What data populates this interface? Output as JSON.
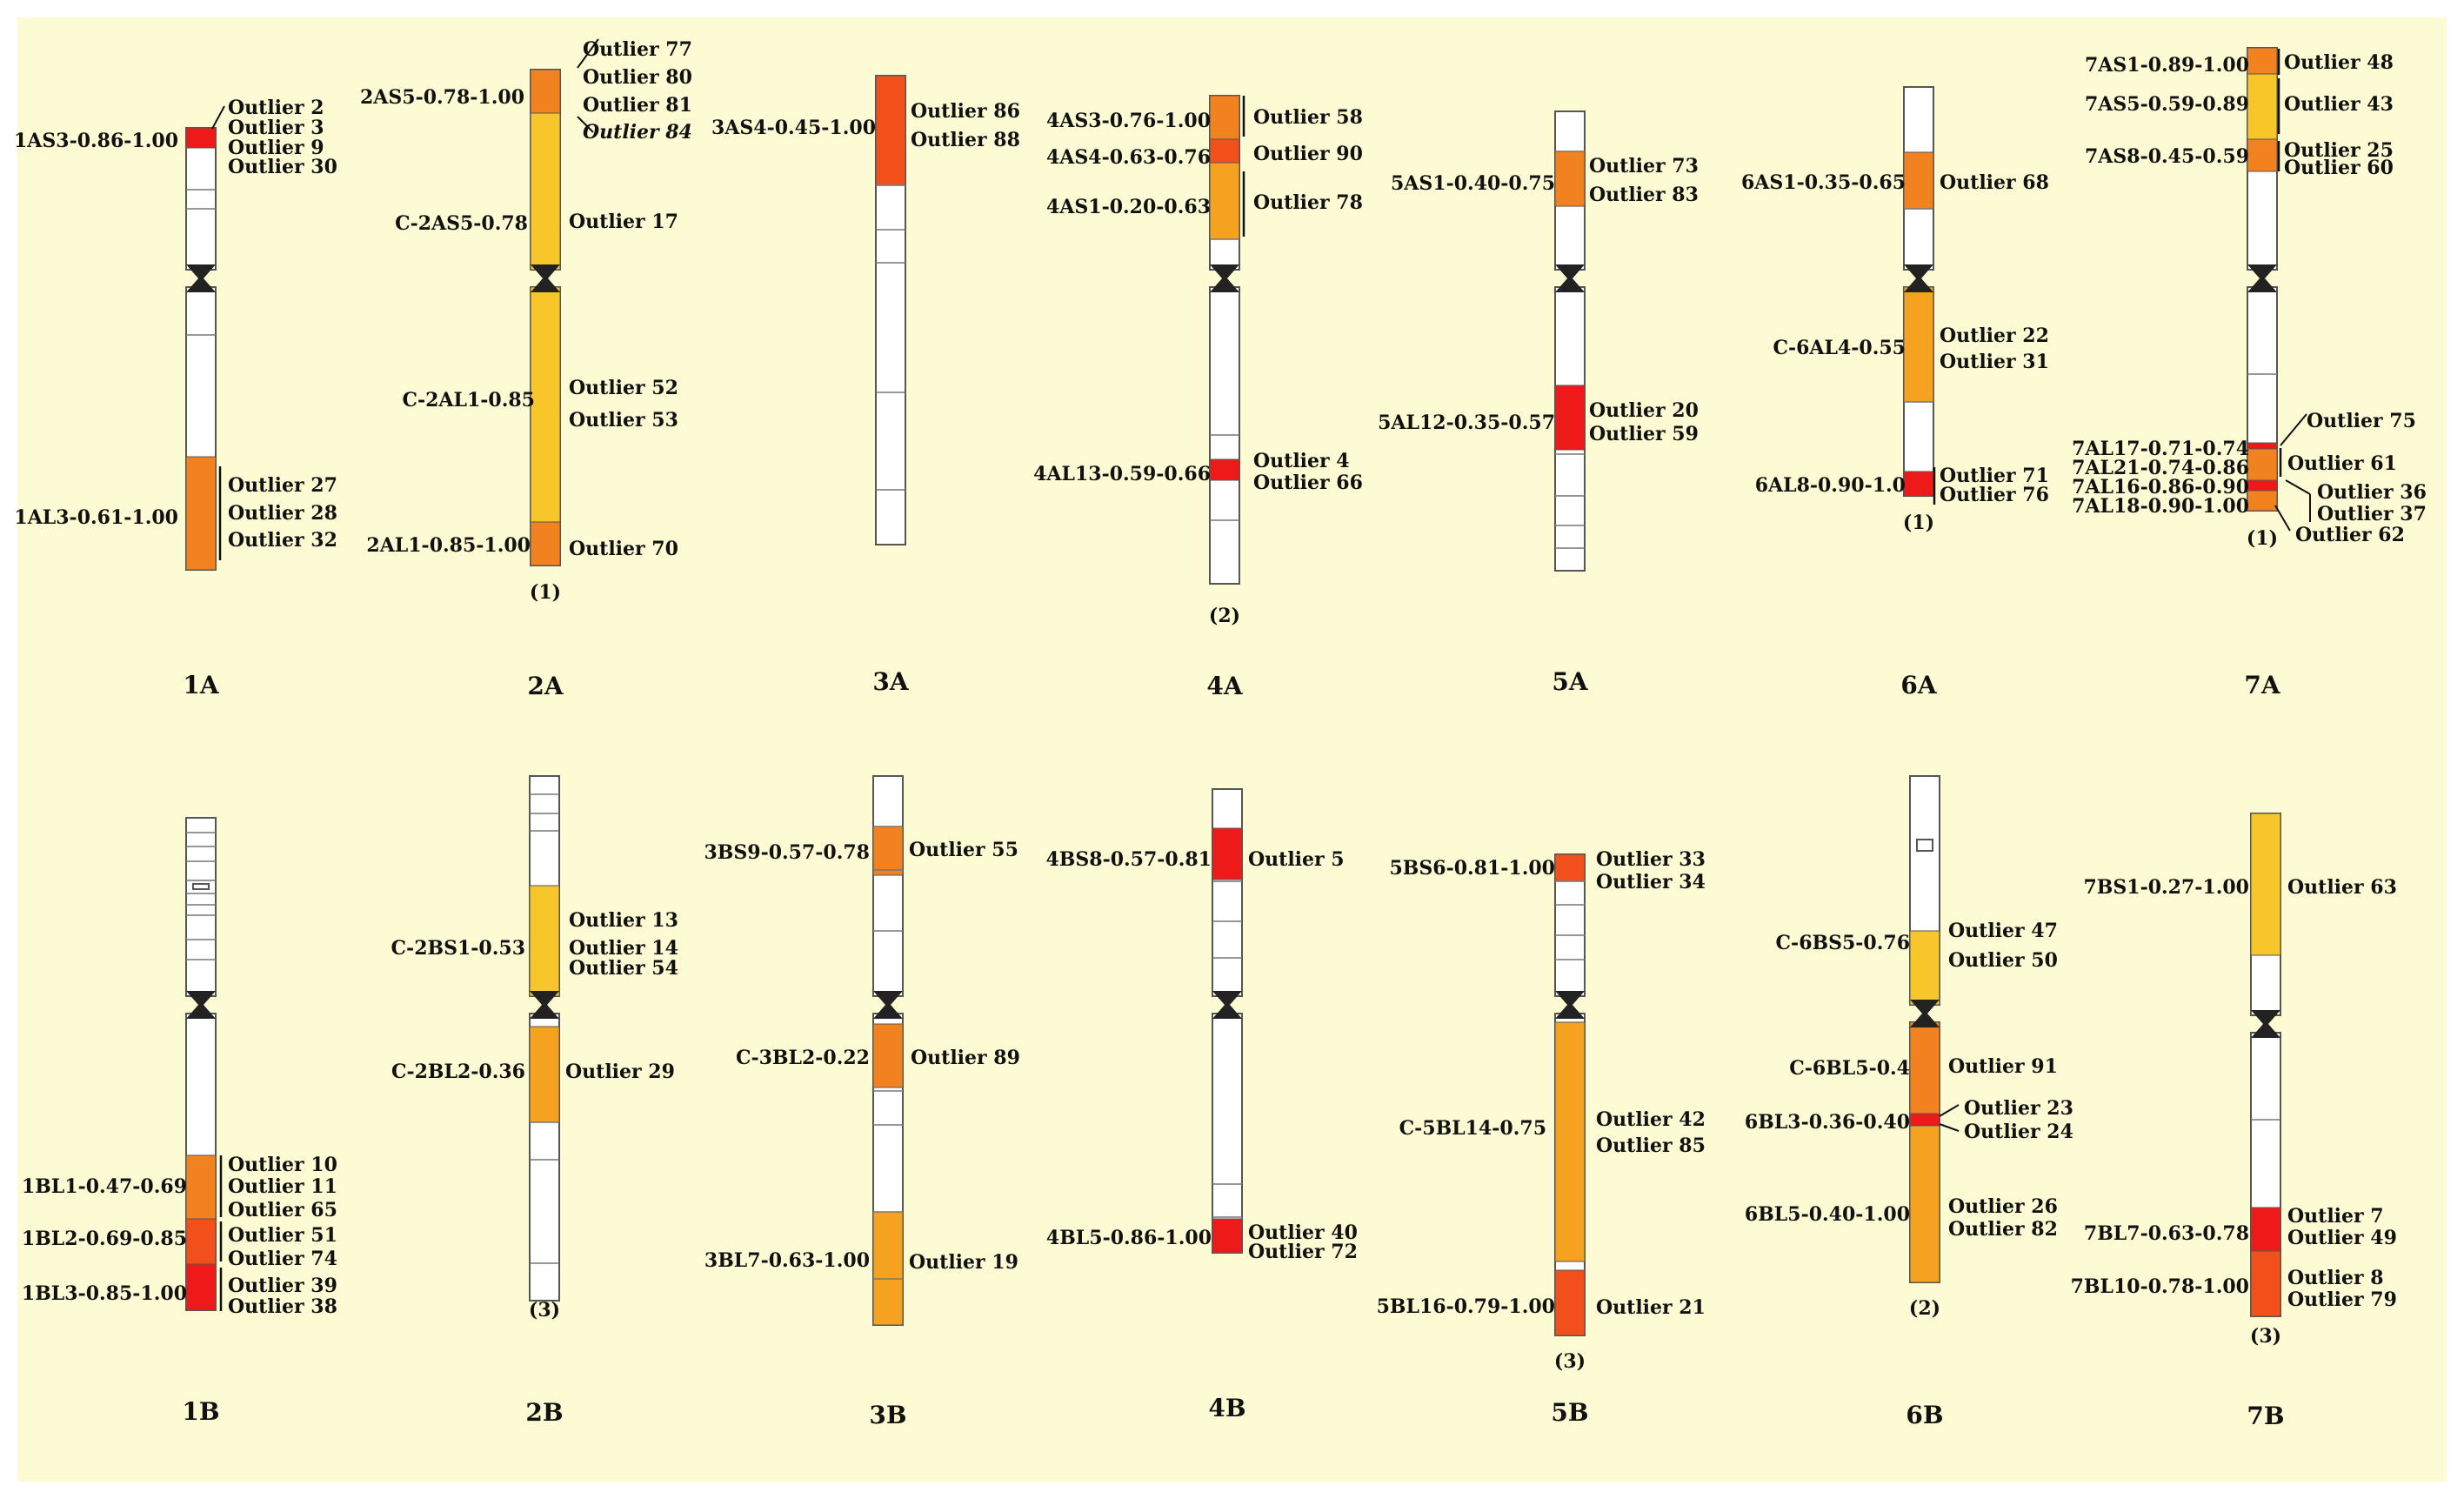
{
  "colors": {
    "background": "#fdfbd3",
    "red": "#ee1a1a",
    "red_orange": "#f2501a",
    "orange": "#f1821f",
    "orange_light": "#f4a21f",
    "yellow": "#f7c62a",
    "outline": "#555555"
  },
  "chromosomes": [
    {
      "id": "1A",
      "name": "1A",
      "note": "",
      "segments": [
        {
          "color": "red"
        },
        {
          "color": "orange"
        }
      ],
      "regions": [
        {
          "label": "1AS3-0.86-1.00",
          "outliers": [
            "Outlier 2",
            "Outlier 3",
            "Outlier 9",
            "Outlier 30"
          ]
        },
        {
          "label": "1AL3-0.61-1.00",
          "outliers": [
            "Outlier 27",
            "Outlier 28",
            "Outlier 32"
          ]
        }
      ]
    },
    {
      "id": "2A",
      "name": "2A",
      "note": "(1)",
      "segments": [
        {
          "color": "orange"
        },
        {
          "color": "yellow"
        },
        {
          "color": "yellow"
        },
        {
          "color": "orange"
        }
      ],
      "regions": [
        {
          "label": "2AS5-0.78-1.00",
          "outliers": [
            "Outlier 77",
            "Outlier 80",
            "Outlier 81",
            "Outlier 84"
          ]
        },
        {
          "label": "C-2AS5-0.78",
          "outliers": [
            "Outlier 17"
          ]
        },
        {
          "label": "C-2AL1-0.85",
          "outliers": [
            "Outlier 52",
            "Outlier 53"
          ]
        },
        {
          "label": "2AL1-0.85-1.00",
          "outliers": [
            "Outlier 70"
          ]
        }
      ]
    },
    {
      "id": "3A",
      "name": "3A",
      "note": "",
      "segments": [
        {
          "color": "red_orange"
        }
      ],
      "regions": [
        {
          "label": "3AS4-0.45-1.00",
          "outliers": [
            "Outlier 86",
            "Outlier 88"
          ]
        }
      ]
    },
    {
      "id": "4A",
      "name": "4A",
      "note": "(2)",
      "segments": [
        {
          "color": "orange"
        },
        {
          "color": "red_orange"
        },
        {
          "color": "orange_light"
        },
        {
          "color": "red"
        }
      ],
      "regions": [
        {
          "label": "4AS3-0.76-1.00",
          "outliers": [
            "Outlier 58"
          ]
        },
        {
          "label": "4AS4-0.63-0.76",
          "outliers": [
            "Outlier 90"
          ]
        },
        {
          "label": "4AS1-0.20-0.63",
          "outliers": [
            "Outlier 78"
          ]
        },
        {
          "label": "4AL13-0.59-0.66",
          "outliers": [
            "Outlier 4",
            "Outlier 66"
          ]
        }
      ]
    },
    {
      "id": "5A",
      "name": "5A",
      "note": "",
      "segments": [
        {
          "color": "orange"
        },
        {
          "color": "red"
        }
      ],
      "regions": [
        {
          "label": "5AS1-0.40-0.75",
          "outliers": [
            "Outlier 73",
            "Outlier 83"
          ]
        },
        {
          "label": "5AL12-0.35-0.57",
          "outliers": [
            "Outlier 20",
            "Outlier 59"
          ]
        }
      ]
    },
    {
      "id": "6A",
      "name": "6A",
      "note": "(1)",
      "segments": [
        {
          "color": "orange"
        },
        {
          "color": "orange_light"
        },
        {
          "color": "red"
        }
      ],
      "regions": [
        {
          "label": "6AS1-0.35-0.65",
          "outliers": [
            "Outlier 68"
          ]
        },
        {
          "label": "C-6AL4-0.55",
          "outliers": [
            "Outlier 22",
            "Outlier 31"
          ]
        },
        {
          "label": "6AL8-0.90-1.0",
          "outliers": [
            "Outlier 71",
            "Outlier 76"
          ]
        }
      ]
    },
    {
      "id": "7A",
      "name": "7A",
      "note": "(1)",
      "segments": [
        {
          "color": "orange"
        },
        {
          "color": "yellow"
        },
        {
          "color": "orange"
        },
        {
          "color": "red"
        },
        {
          "color": "orange"
        },
        {
          "color": "red"
        },
        {
          "color": "orange"
        }
      ],
      "regions": [
        {
          "label": "7AS1-0.89-1.00",
          "outliers": [
            "Outlier 48"
          ]
        },
        {
          "label": "7AS5-0.59-0.89",
          "outliers": [
            "Outlier 43"
          ]
        },
        {
          "label": "7AS8-0.45-0.59",
          "outliers": [
            "Outlier 25",
            "Outlier 60"
          ]
        },
        {
          "label": "7AL17-0.71-0.74",
          "outliers": [
            "Outlier 75"
          ]
        },
        {
          "label": "7AL21-0.74-0.86",
          "outliers": [
            "Outlier 61"
          ]
        },
        {
          "label": "7AL16-0.86-0.90",
          "outliers": [
            "Outlier 36",
            "Outlier 37"
          ]
        },
        {
          "label": "7AL18-0.90-1.00",
          "outliers": [
            "Outlier 62"
          ]
        }
      ]
    },
    {
      "id": "1B",
      "name": "1B",
      "note": "",
      "segments": [
        {
          "color": "orange"
        },
        {
          "color": "red_orange"
        },
        {
          "color": "red"
        }
      ],
      "regions": [
        {
          "label": "1BL1-0.47-0.69",
          "outliers": [
            "Outlier 10",
            "Outlier 11",
            "Outlier 65"
          ]
        },
        {
          "label": "1BL2-0.69-0.85",
          "outliers": [
            "Outlier 51",
            "Outlier 74"
          ]
        },
        {
          "label": "1BL3-0.85-1.00",
          "outliers": [
            "Outlier 39",
            "Outlier 38"
          ]
        }
      ]
    },
    {
      "id": "2B",
      "name": "2B",
      "note": "(3)",
      "segments": [
        {
          "color": "yellow"
        },
        {
          "color": "orange_light"
        }
      ],
      "regions": [
        {
          "label": "C-2BS1-0.53",
          "outliers": [
            "Outlier 13",
            "Outlier 14",
            "Outlier 54"
          ]
        },
        {
          "label": "C-2BL2-0.36",
          "outliers": [
            "Outlier 29"
          ]
        }
      ]
    },
    {
      "id": "3B",
      "name": "3B",
      "note": "",
      "segments": [
        {
          "color": "orange"
        },
        {
          "color": "orange"
        },
        {
          "color": "orange_light"
        }
      ],
      "regions": [
        {
          "label": "3BS9-0.57-0.78",
          "outliers": [
            "Outlier 55"
          ]
        },
        {
          "label": "C-3BL2-0.22",
          "outliers": [
            "Outlier 89"
          ]
        },
        {
          "label": "3BL7-0.63-1.00",
          "outliers": [
            "Outlier 19"
          ]
        }
      ]
    },
    {
      "id": "4B",
      "name": "4B",
      "note": "",
      "segments": [
        {
          "color": "red"
        },
        {
          "color": "red"
        }
      ],
      "regions": [
        {
          "label": "4BS8-0.57-0.81",
          "outliers": [
            "Outlier 5"
          ]
        },
        {
          "label": "4BL5-0.86-1.00",
          "outliers": [
            "Outlier 40",
            "Outlier 72"
          ]
        }
      ]
    },
    {
      "id": "5B",
      "name": "5B",
      "note": "(3)",
      "segments": [
        {
          "color": "red_orange"
        },
        {
          "color": "orange_light"
        },
        {
          "color": "red_orange"
        }
      ],
      "regions": [
        {
          "label": "5BS6-0.81-1.00",
          "outliers": [
            "Outlier 33",
            "Outlier 34"
          ]
        },
        {
          "label": "C-5BL14-0.75",
          "outliers": [
            "Outlier 42",
            "Outlier 85"
          ]
        },
        {
          "label": "5BL16-0.79-1.00",
          "outliers": [
            "Outlier 21"
          ]
        }
      ]
    },
    {
      "id": "6B",
      "name": "6B",
      "note": "(2)",
      "segments": [
        {
          "color": "yellow"
        },
        {
          "color": "orange"
        },
        {
          "color": "red"
        },
        {
          "color": "orange_light"
        }
      ],
      "regions": [
        {
          "label": "C-6BS5-0.76",
          "outliers": [
            "Outlier 47",
            "Outlier 50"
          ]
        },
        {
          "label": "C-6BL5-0.4",
          "outliers": [
            "Outlier 91"
          ]
        },
        {
          "label": "6BL3-0.36-0.40",
          "outliers": [
            "Outlier 23",
            "Outlier 24"
          ]
        },
        {
          "label": "6BL5-0.40-1.00",
          "outliers": [
            "Outlier 26",
            "Outlier 82"
          ]
        }
      ]
    },
    {
      "id": "7B",
      "name": "7B",
      "note": "(3)",
      "segments": [
        {
          "color": "yellow"
        },
        {
          "color": "red"
        },
        {
          "color": "red_orange"
        }
      ],
      "regions": [
        {
          "label": "7BS1-0.27-1.00",
          "outliers": [
            "Outlier 63"
          ]
        },
        {
          "label": "7BL7-0.63-0.78",
          "outliers": [
            "Outlier 7",
            "Outlier 49"
          ]
        },
        {
          "label": "7BL10-0.78-1.00",
          "outliers": [
            "Outlier 8",
            "Outlier 79"
          ]
        }
      ]
    }
  ]
}
